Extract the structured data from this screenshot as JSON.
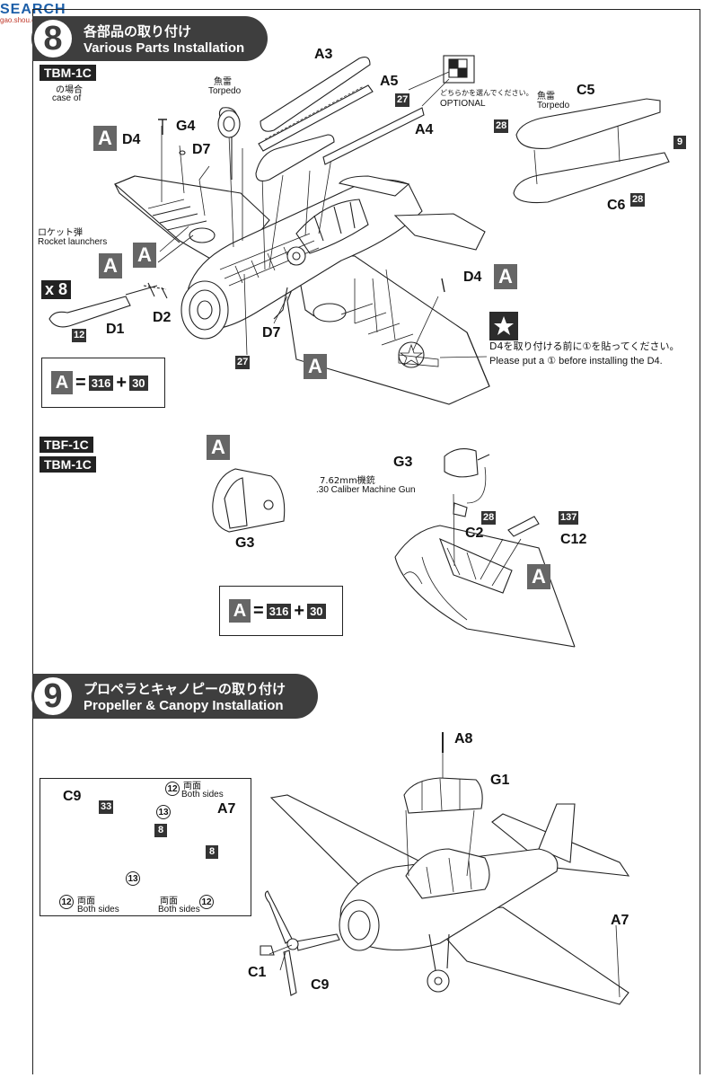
{
  "watermark": {
    "brand": "SEARCH",
    "url": "gao.shou.com"
  },
  "step8": {
    "number": "8",
    "title_jp": "各部品の取り付け",
    "title_en": "Various Parts Installation",
    "variant": "TBM-1C",
    "case_jp": "の場合",
    "case_en": "case of",
    "torpedo_jp": "魚雷",
    "torpedo_en": "Torpedo",
    "optional_jp": "どちらかを選んでください。",
    "optional_en": "OPTIONAL",
    "rocket_jp": "ロケット弾",
    "rocket_en": "Rocket launchers",
    "multiplier": "x 8",
    "decal_instruction_jp": "D4を取り付ける前に①を貼ってください。",
    "decal_instruction_en": "Please put a ① before installing the D4.",
    "parts": {
      "A3": "A3",
      "A4": "A4",
      "A5": "A5",
      "C5": "C5",
      "C6": "C6",
      "D1": "D1",
      "D2": "D2",
      "D4": "D4",
      "D4b": "D4",
      "D7": "D7",
      "D7b": "D7",
      "G4": "G4"
    },
    "formula": {
      "letter": "A",
      "left": "316",
      "op": "+",
      "right": "30"
    }
  },
  "mg_section": {
    "variants": [
      "TBF-1C",
      "TBM-1C"
    ],
    "gun_jp": "7.62mm機銃",
    "gun_en": ".30 Caliber Machine Gun",
    "parts": {
      "G3": "G3",
      "G3b": "G3",
      "C2": "C2",
      "C12": "C12"
    },
    "formula": {
      "letter": "A",
      "left": "316",
      "op": "+",
      "right": "30"
    }
  },
  "step9": {
    "number": "9",
    "title_jp": "プロペラとキャノピーの取り付け",
    "title_en": "Propeller & Canopy Installation",
    "both_sides_jp": "両面",
    "both_sides_en": "Both sides",
    "parts": {
      "A7": "A7",
      "A7b": "A7",
      "A8": "A8",
      "G1": "G1",
      "C1": "C1",
      "C9": "C9",
      "C9b": "C9"
    }
  },
  "colors": {
    "c12": "12",
    "c13": "13",
    "c27": "27",
    "c28": "28",
    "c33": "33",
    "c9": "9",
    "c8": "8",
    "c137": "137",
    "ink": "#111111",
    "banner": "#3e3e3e",
    "paint_box": "#333333",
    "letter_box": "#666666"
  },
  "letter_marker": "A",
  "decal_marker": "1"
}
